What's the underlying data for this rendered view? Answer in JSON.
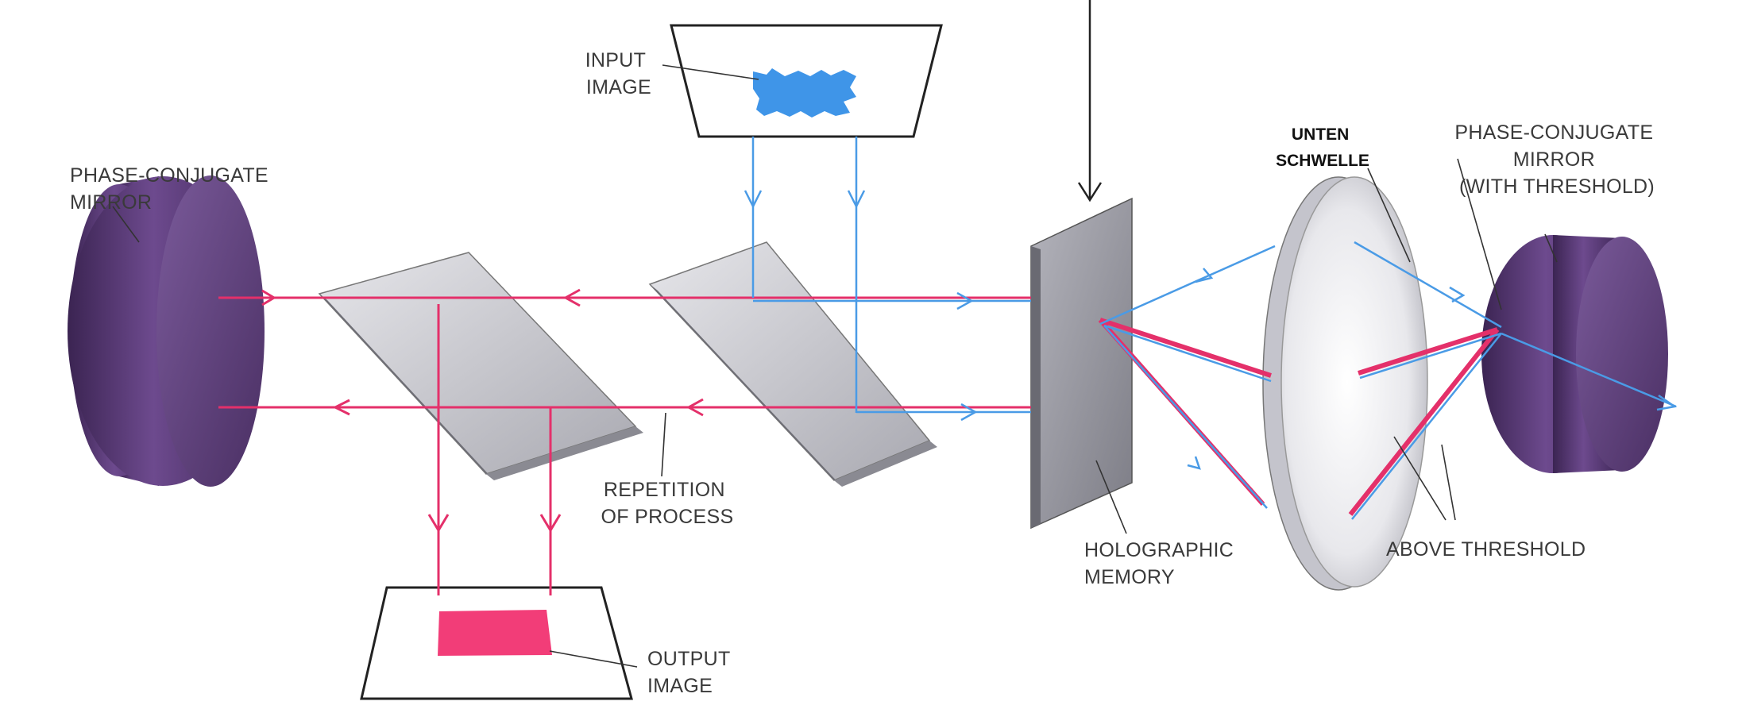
{
  "labels": {
    "input_image": [
      "INPUT",
      "IMAGE"
    ],
    "pc_mirror_left": [
      "PHASE-CONJUGATE",
      "MIRROR"
    ],
    "pc_mirror_right": [
      "PHASE-CONJUGATE",
      "MIRROR",
      "(WITH THRESHOLD)"
    ],
    "below_threshold": [
      "UNTEN",
      "SCHWELLE"
    ],
    "repetition": [
      "REPETITION",
      "OF PROCESS"
    ],
    "holographic_memory": [
      "HOLOGRAPHIC",
      "MEMORY"
    ],
    "above_threshold": "ABOVE THRESHOLD",
    "output_image": [
      "OUTPUT",
      "IMAGE"
    ]
  },
  "colors": {
    "red_beam": "#e4306a",
    "blue_beam": "#4a9be6",
    "mirror_purple": "#5a3a78",
    "mirror_purple_dark": "#3c2352",
    "plate_grey": "#c6c6cc",
    "memory_grey": "#9a9aa2",
    "input_pattern": "#3f95e8",
    "output_pattern": "#f23d78"
  }
}
